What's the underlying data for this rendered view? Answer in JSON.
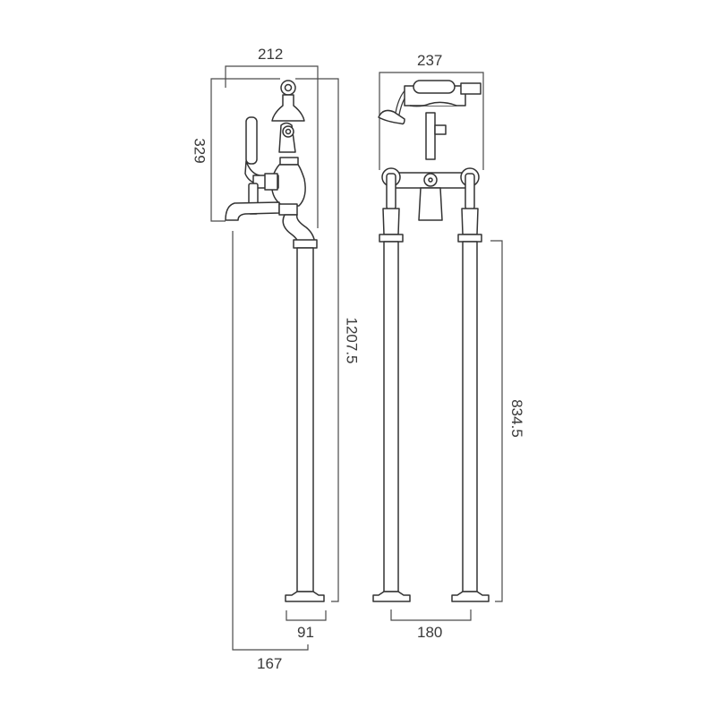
{
  "diagram": {
    "type": "technical-dimension-drawing",
    "subject": "Floor-standing bath shower mixer tap (side and front elevation)",
    "line_color": "#3a3a3a",
    "background": "#ffffff"
  },
  "views": {
    "side": {
      "dimensions": {
        "top_width": "212",
        "head_height": "329",
        "overall_height": "1207.5",
        "base_width": "91",
        "spout_projection": "167"
      }
    },
    "front": {
      "dimensions": {
        "top_width": "237",
        "leg_height": "834.5",
        "leg_centres": "180"
      }
    }
  }
}
